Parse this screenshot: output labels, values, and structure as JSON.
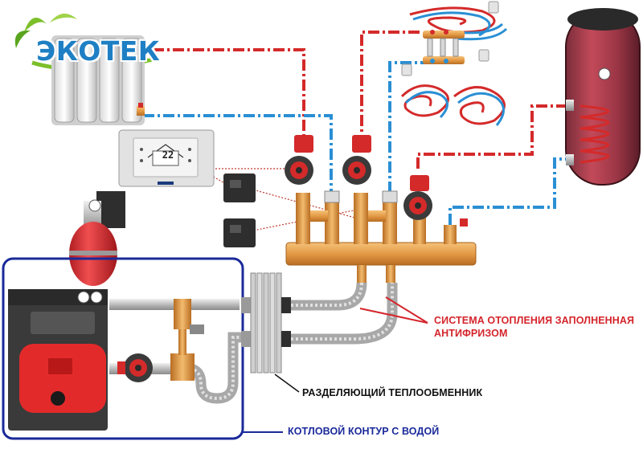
{
  "brand": {
    "logo_text": "ЭКОТЕК"
  },
  "thermostat": {
    "display_value": "22"
  },
  "labels": {
    "heating_system_line1": "СИСТЕМА ОТОПЛЕНИЯ ЗАПОЛНЕННАЯ",
    "heating_system_line2": "АНТИФРИЗОМ",
    "heat_exchanger": "РАЗДЕЛЯЮЩИЙ ТЕПЛООБМЕННИК",
    "boiler_circuit": "КОТЛОВОЙ КОНТУР С ВОДОЙ"
  },
  "colors": {
    "supply_line": "#d42a2a",
    "return_line": "#2a8fd4",
    "annotation_red": "#d4252b",
    "annotation_blue": "#1a2a9a",
    "logo_blue": "#1e7fc4",
    "logo_green": "#7cbf2a"
  }
}
